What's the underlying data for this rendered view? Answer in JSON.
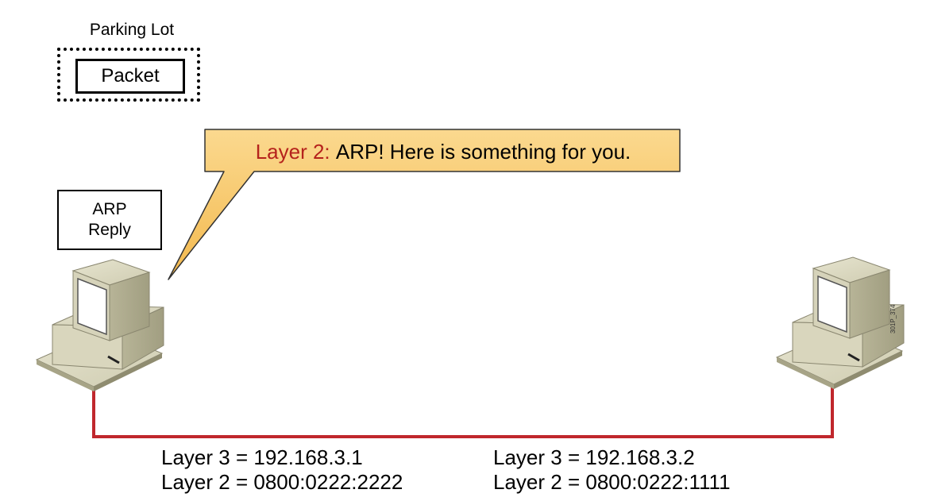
{
  "parking_lot": {
    "label": "Parking Lot",
    "packet_label": "Packet"
  },
  "speech_bubble": {
    "prefix": "Layer 2:",
    "message": "ARP! Here is something for you.",
    "prefix_color": "#b5221c",
    "fill_color": "#f8c86a"
  },
  "arp_reply": {
    "line1": "ARP",
    "line2": "Reply"
  },
  "link": {
    "color": "#c0272d"
  },
  "hosts": [
    {
      "icon": "desktop-computer-icon",
      "layer3": "Layer 3 = 192.168.3.1",
      "layer2": "Layer 2 = 0800:0222:2222"
    },
    {
      "icon": "desktop-computer-icon",
      "layer3": "Layer 3 = 192.168.3.2",
      "layer2": "Layer 2 = 0800:0222:1111"
    }
  ],
  "figure_id": "301P_374"
}
